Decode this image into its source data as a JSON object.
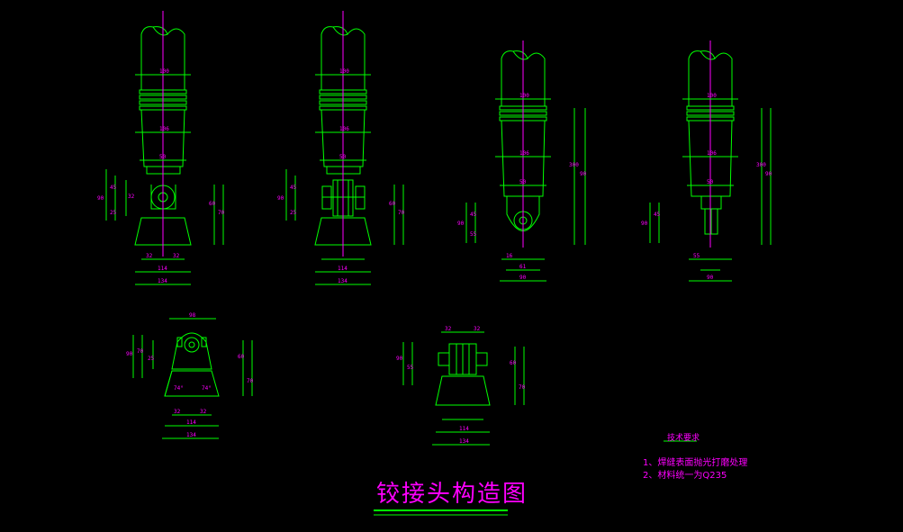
{
  "drawing": {
    "title": "铰接头构造图",
    "notes_heading": "技术要求",
    "notes": [
      "1、焊缝表面抛光打磨处理",
      "2、材料统一为Q235"
    ]
  },
  "dimensions": {
    "top_width": "100",
    "mid_width": "106",
    "neck_width": "50",
    "base_bottom": "114",
    "base_total": "134",
    "small_total": "90",
    "small_mid": "61",
    "height_total": "300",
    "height_part": "90",
    "height_small": "70",
    "bottom_32": "32",
    "bottom_16": "16",
    "side_45": "45",
    "side_25": "25",
    "side_60": "60",
    "side_55": "55",
    "angle": "74°",
    "top_98": "98"
  },
  "colors": {
    "line": "#00ff00",
    "text": "#ff00ff",
    "background": "#000000"
  }
}
